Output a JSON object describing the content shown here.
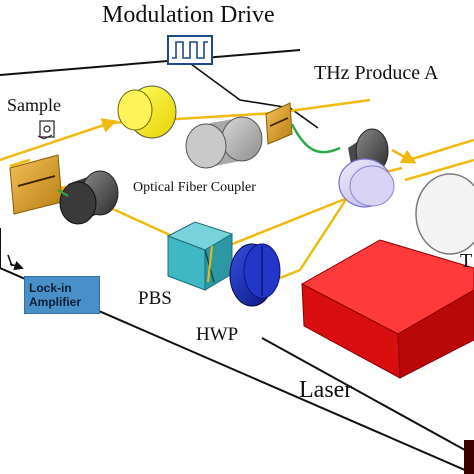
{
  "labels": {
    "modulation_drive": "Modulation Drive",
    "thz_produce": "THz Produce A",
    "sample": "Sample",
    "optical_fiber_coupler": "Optical Fiber Coupler",
    "pbs": "PBS",
    "hwp": "HWP",
    "laser": "Laser",
    "t_edge": "T",
    "lockin_line1": "Lock-in",
    "lockin_line2": "Amplifier"
  },
  "colors": {
    "beam": "#f2b90f",
    "laser_box": "#e01010",
    "pbs_cube": "#3fb7c4",
    "hwp_disk": "#1a2bb5",
    "lockin_box": "#4a90c8",
    "fiber": "#2fa84a",
    "wire": "#111111"
  }
}
